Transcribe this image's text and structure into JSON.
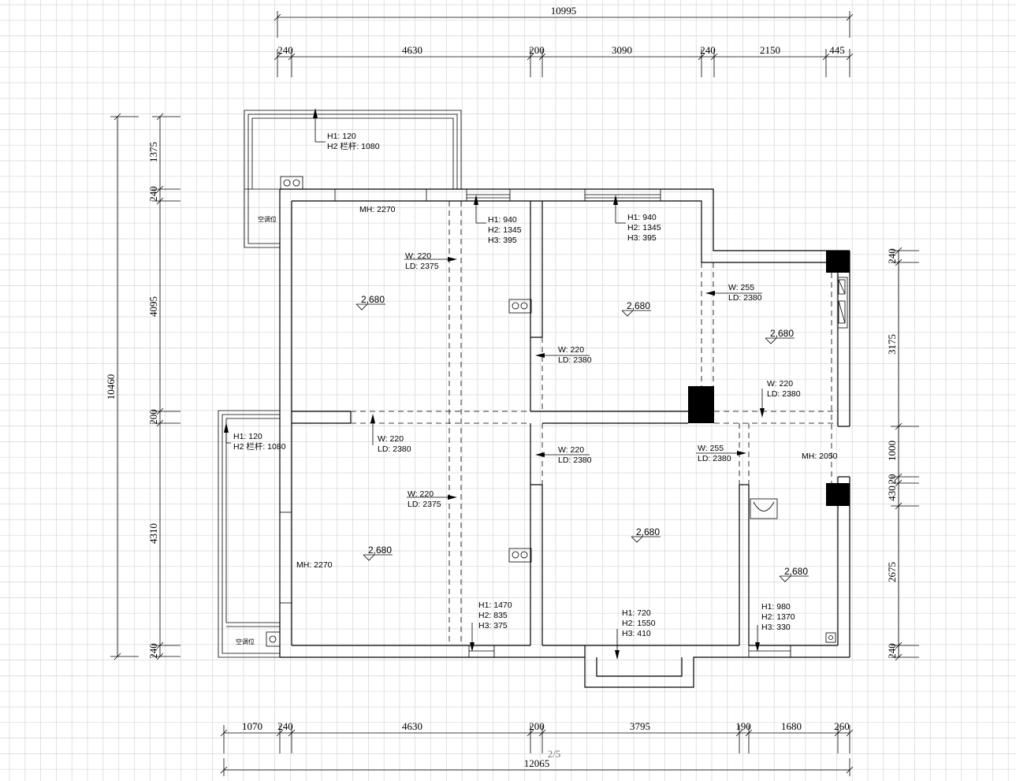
{
  "dimensions": {
    "top_total": "10995",
    "top_segments": [
      "240",
      "4630",
      "200",
      "3090",
      "240",
      "2150",
      "445"
    ],
    "bottom_total": "12065",
    "bottom_segments": [
      "1070",
      "240",
      "4630",
      "200",
      "3795",
      "190",
      "1680",
      "260"
    ],
    "left_total": "10460",
    "left_segments": [
      "1375",
      "240",
      "4095",
      "200",
      "4310",
      "240"
    ],
    "right_segments": [
      "240",
      "3175",
      "1000",
      "20",
      "430",
      "2675",
      "240"
    ]
  },
  "page_indicator": "2/5",
  "labels": {
    "ac_top": "空调位",
    "ac_bottom": "空调位",
    "balcony_top": {
      "h1": "H1: 120",
      "h2": "H2 栏杆: 1080"
    },
    "balcony_left": {
      "h1": "H1: 120",
      "h2": "H2 栏杆: 1080"
    },
    "mh_top": "MH: 2270",
    "mh_left": "MH: 2270",
    "mh_right": "MH: 2050",
    "win_tl": {
      "h1": "H1: 940",
      "h2": "H2: 1345",
      "h3": "H3: 395"
    },
    "win_tr": {
      "h1": "H1: 940",
      "h2": "H2: 1345",
      "h3": "H3: 395"
    },
    "win_bl": {
      "h1": "H1: 1470",
      "h2": "H2: 835",
      "h3": "H3: 375"
    },
    "win_bc": {
      "h1": "H1: 720",
      "h2": "H2: 1550",
      "h3": "H3: 410"
    },
    "win_br": {
      "h1": "H1: 980",
      "h2": "H2: 1370",
      "h3": "H3: 330"
    },
    "door1": {
      "w": "W: 220",
      "ld": "LD: 2375"
    },
    "door2": {
      "w": "W: 255",
      "ld": "LD: 2380"
    },
    "door3": {
      "w": "W: 220",
      "ld": "LD: 2380"
    },
    "door4": {
      "w": "W: 220",
      "ld": "LD: 2380"
    },
    "door5": {
      "w": "W: 220",
      "ld": "LD: 2380"
    },
    "door6": {
      "w": "W: 220",
      "ld": "LD: 2380"
    },
    "door7": {
      "w": "W: 255",
      "ld": "LD: 2380"
    },
    "door8": {
      "w": "W: 220",
      "ld": "LD: 2375"
    },
    "ceiling_levels": [
      "2,680",
      "2,680",
      "2,680",
      "2,680",
      "2,680",
      "2,680"
    ]
  }
}
